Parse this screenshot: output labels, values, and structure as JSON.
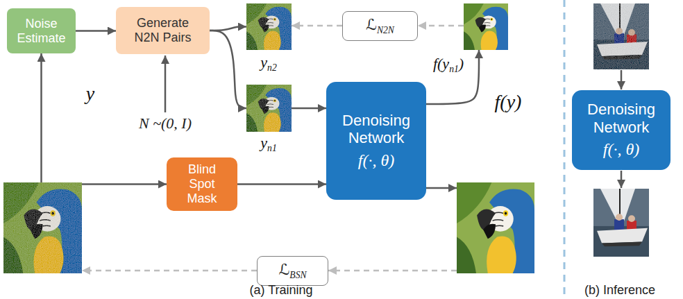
{
  "diagram": {
    "nodes": [
      {
        "text": [
          "Noise Estimate"
        ]
      },
      {
        "text": [
          "Generate N2N Pairs"
        ]
      },
      {
        "text": [
          "yn2"
        ]
      },
      {
        "text": [
          "ℒN2N"
        ]
      },
      {
        "text": [
          "f(yn1)"
        ]
      },
      {
        "text": [
          "yn1"
        ]
      },
      {
        "text": [
          "Denoising Network",
          "f(·, θ)"
        ]
      },
      {
        "text": [
          "y"
        ]
      },
      {
        "text": [
          "Blind Spot Mask"
        ]
      },
      {
        "text": [
          "f(y)"
        ]
      },
      {
        "text": [
          "ℒBSN"
        ]
      },
      {
        "text": [
          "Denoising Network",
          "f(·, θ)"
        ]
      }
    ],
    "edges": [
      {
        "from": 7,
        "to": 0,
        "arrow": "to"
      },
      {
        "from": 0,
        "to": 1,
        "arrow": "to"
      },
      {
        "from": 1,
        "to": 2,
        "arrow": "to"
      },
      {
        "from": 1,
        "to": 5,
        "arrow": "to"
      },
      {
        "from": 5,
        "to": 6,
        "arrow": "to"
      },
      {
        "from": 6,
        "to": 4,
        "arrow": "to"
      },
      {
        "from": 4,
        "to": 3,
        "arrow": "to"
      },
      {
        "from": 3,
        "to": 2,
        "arrow": "to"
      },
      {
        "from": 7,
        "to": 8,
        "arrow": "to"
      },
      {
        "from": 8,
        "to": 6,
        "arrow": "to"
      },
      {
        "from": 6,
        "to": 9,
        "arrow": "to"
      },
      {
        "from": 9,
        "to": 10,
        "arrow": "to"
      },
      {
        "from": 10,
        "to": 7,
        "arrow": "to"
      }
    ],
    "labels": [
      "N ~(0, I)",
      "(a) Training",
      "(b) Inference"
    ]
  }
}
